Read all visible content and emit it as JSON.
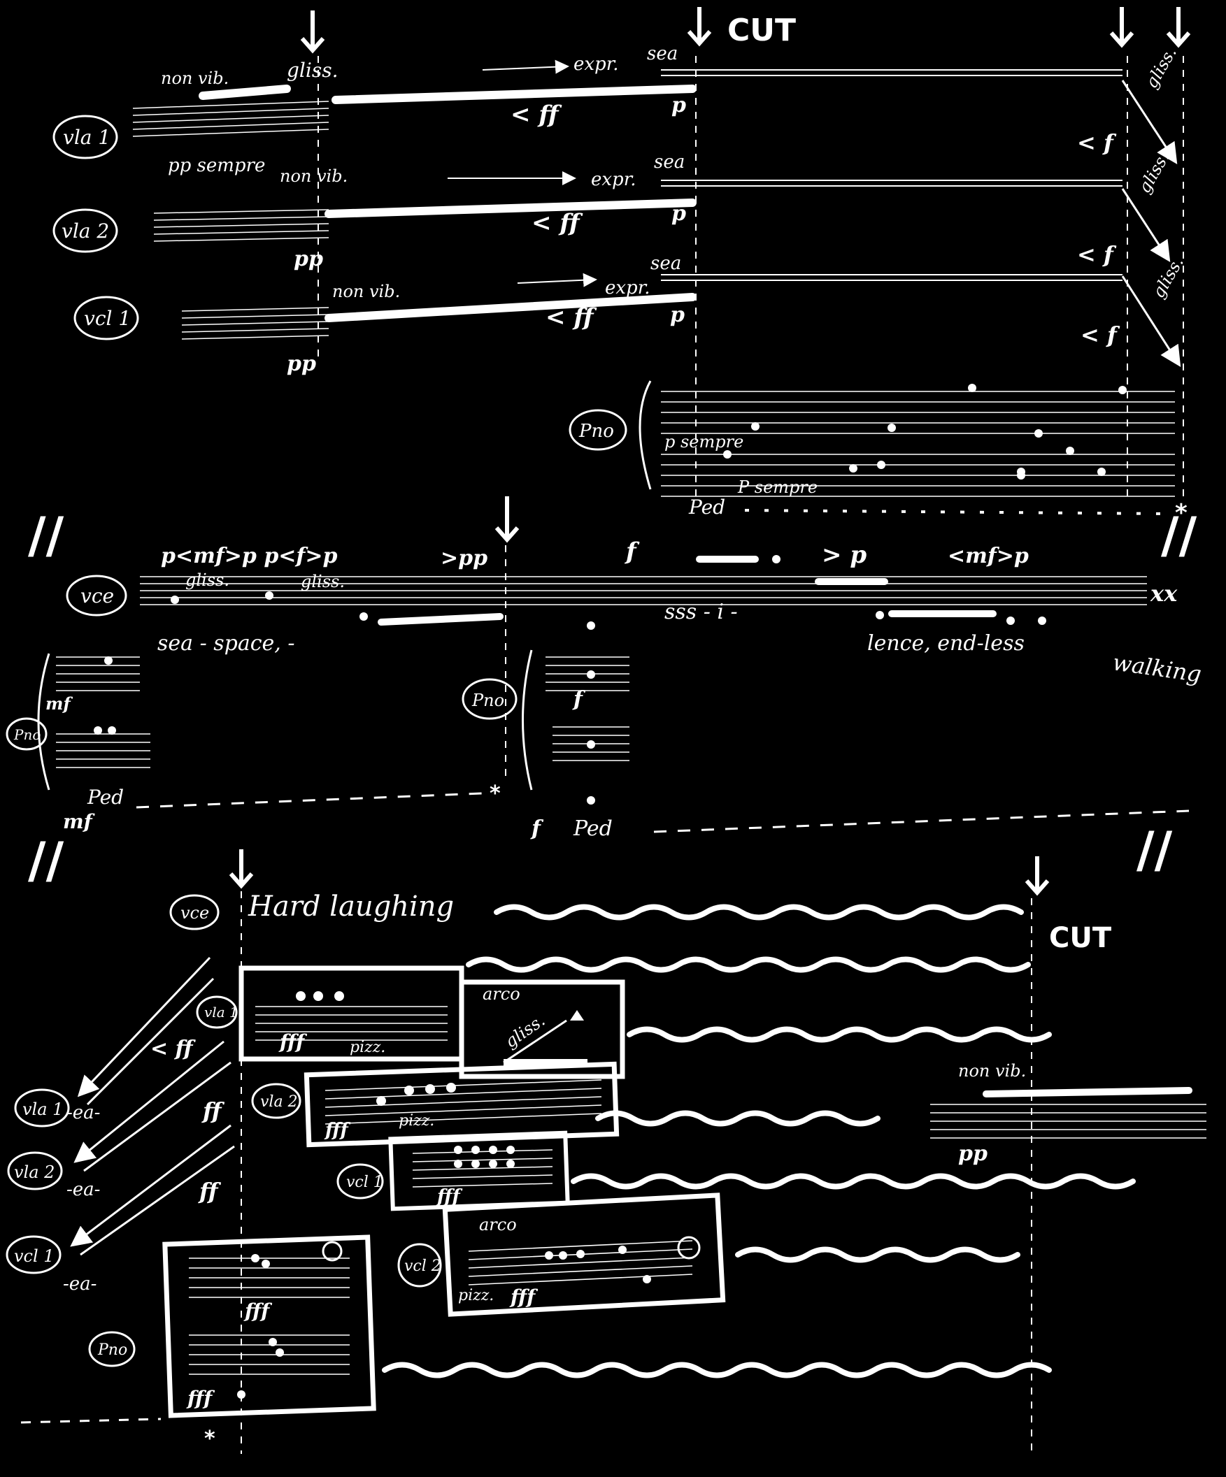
{
  "colors": {
    "background": "#000000",
    "ink": "#ffffff"
  },
  "marks": {
    "cut": "CUT",
    "caesura": "//",
    "asterisk": "*",
    "xx": "xx"
  },
  "system1": {
    "instruments": [
      "vla 1",
      "vla 2",
      "vcl 1",
      "Pno"
    ],
    "vla1": {
      "non_vib": "non vib.",
      "gliss": "gliss.",
      "expr": "expr.",
      "sea": "sea",
      "pp_sempre": "pp sempre",
      "ff": "< ff",
      "p": "p",
      "gliss_end": "gliss.",
      "f_end": "< f"
    },
    "vla2": {
      "non_vib": "non vib.",
      "expr": "expr.",
      "sea": "sea",
      "pp": "pp",
      "ff": "< ff",
      "p": "p",
      "gliss_end": "gliss.",
      "f_end": "< f"
    },
    "vcl1": {
      "non_vib": "non vib.",
      "expr": "expr.",
      "sea": "sea",
      "pp": "pp",
      "ff": "< ff",
      "p": "p",
      "gliss_end": "gliss.",
      "f_end": "< f"
    },
    "pno": {
      "p_sempre_upper": "p sempre",
      "p_sempre_lower": "P sempre",
      "ped": "Ped"
    }
  },
  "system2": {
    "vce": {
      "label": "vce",
      "dynamics_left": "p<mf>p p<f>p",
      "gliss1": "gliss.",
      "gliss2": "gliss.",
      "pp": ">pp",
      "f": "f",
      "dim_p": "> p",
      "mf_p": "<mf>p",
      "text1": "sea - space, -",
      "text2": "sss - i -",
      "text3": "lence, end-less",
      "text4": "walking"
    },
    "pno_left": {
      "label": "Pno",
      "mf": "mf",
      "ped": "Ped",
      "mf2": "mf"
    },
    "pno_mid": {
      "label": "Pno",
      "f": "f",
      "f2": "f",
      "ped": "Ped"
    }
  },
  "system3": {
    "vce": {
      "label": "vce",
      "text": "Hard laughing"
    },
    "cut": "CUT",
    "left_labels": [
      "vla 1",
      "vla 2",
      "vcl 1"
    ],
    "ea": "-ea-",
    "ff_cresc": "< ff",
    "ff1": "ff",
    "ff2": "ff",
    "boxes": {
      "vla1": {
        "label": "vla 1",
        "dyn": "fff",
        "pizz": "pizz."
      },
      "arco_gliss": {
        "arco": "arco",
        "gliss": "gliss."
      },
      "vla2": {
        "label": "vla 2",
        "dyn": "fff",
        "pizz": "pizz."
      },
      "vcl1": {
        "label": "vcl 1",
        "dyn": "fff"
      },
      "vcl2": {
        "label": "vcl 2",
        "arco": "arco",
        "pizz": "pizz.",
        "dyn": "fff"
      },
      "pno": {
        "label": "Pno",
        "dyn1": "fff",
        "dyn2": "fff"
      }
    },
    "right": {
      "non_vib": "non vib.",
      "pp": "pp"
    }
  }
}
